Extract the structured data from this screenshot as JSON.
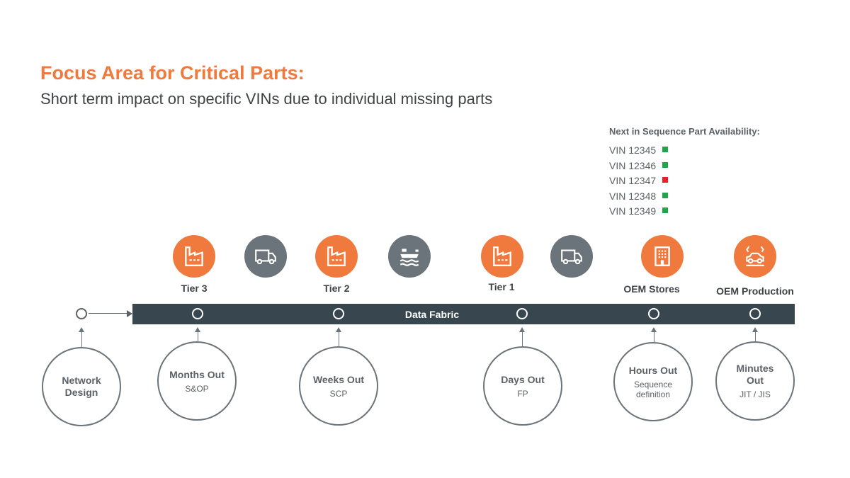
{
  "title": "Focus Area for Critical Parts:",
  "subtitle": "Short term impact on specific VINs due to individual missing parts",
  "legend": {
    "header": "Next in Sequence Part Availability:",
    "items": [
      {
        "vin": "VIN 12345",
        "status": "available",
        "color": "#1fa64a"
      },
      {
        "vin": "VIN 12346",
        "status": "available",
        "color": "#1fa64a"
      },
      {
        "vin": "VIN 12347",
        "status": "missing",
        "color": "#e8202a"
      },
      {
        "vin": "VIN 12348",
        "status": "available",
        "color": "#1fa64a"
      },
      {
        "vin": "VIN 12349",
        "status": "available",
        "color": "#1fa64a"
      }
    ]
  },
  "stages": {
    "tier3": "Tier 3",
    "tier2": "Tier 2",
    "tier1": "Tier 1",
    "oem_stores": "OEM Stores",
    "oem_production": "OEM Production"
  },
  "bar_label": "Data Fabric",
  "horizons": [
    {
      "title": "Network Design",
      "sub": ""
    },
    {
      "title": "Months Out",
      "sub": "S&OP"
    },
    {
      "title": "Weeks Out",
      "sub": "SCP"
    },
    {
      "title": "Days Out",
      "sub": "FP"
    },
    {
      "title": "Hours Out",
      "sub": "Sequence definition"
    },
    {
      "title": "Minutes Out",
      "sub": "JIT / JIS"
    }
  ]
}
